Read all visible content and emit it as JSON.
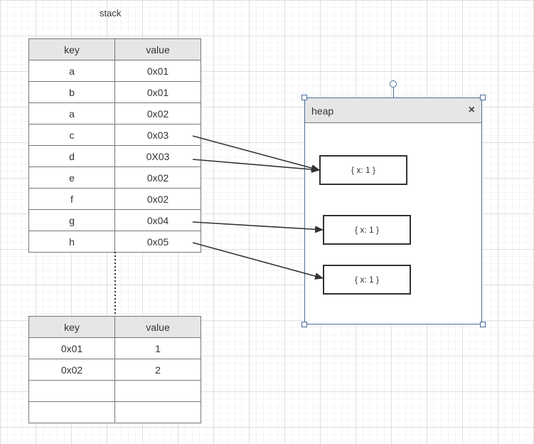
{
  "stack": {
    "title": "stack",
    "headers": [
      "key",
      "value"
    ],
    "rows": [
      {
        "key": "a",
        "value": "0x01"
      },
      {
        "key": "b",
        "value": "0x01"
      },
      {
        "key": "a",
        "value": "0x02"
      },
      {
        "key": "c",
        "value": "0x03"
      },
      {
        "key": "d",
        "value": "0X03"
      },
      {
        "key": "e",
        "value": "0x02"
      },
      {
        "key": "f",
        "value": "0x02"
      },
      {
        "key": "g",
        "value": "0x04"
      },
      {
        "key": "h",
        "value": "0x05"
      }
    ]
  },
  "ref_table": {
    "headers": [
      "key",
      "value"
    ],
    "rows": [
      {
        "key": "0x01",
        "value": "1"
      },
      {
        "key": "0x02",
        "value": "2"
      },
      {
        "key": "",
        "value": ""
      },
      {
        "key": "",
        "value": ""
      }
    ]
  },
  "heap": {
    "title": "heap",
    "close_glyph": "×",
    "objects": [
      "{ x: 1 }",
      "{ x: 1 }",
      "{ x: 1 }"
    ]
  },
  "colors": {
    "selection": "#4a6c9a",
    "header_fill": "#e6e6e6",
    "line": "#333333"
  }
}
